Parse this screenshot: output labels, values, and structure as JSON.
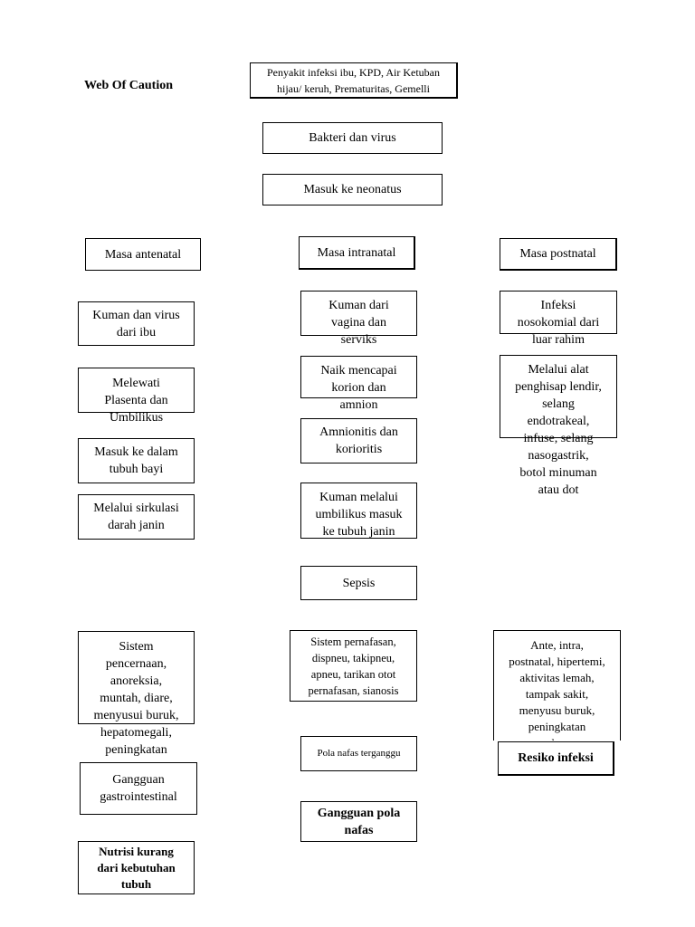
{
  "title": "Web Of Caution",
  "top": {
    "cause": "Penyakit infeksi ibu, KPD, Air Ketuban\nhijau/ keruh, Prematuritas, Gemelli",
    "bakteri": "Bakteri dan virus",
    "masuk": "Masuk ke neonatus"
  },
  "antenatal": {
    "header": "Masa antenatal",
    "step1": "Kuman dan virus\ndari ibu",
    "step2": "Melewati\nPlasenta dan\nUmbilikus",
    "step3": "Masuk ke dalam\ntubuh bayi",
    "step4": "Melalui sirkulasi\ndarah janin",
    "symptoms": "Sistem\npencernaan,\nanoreksia,\nmuntah, diare,\nmenyusui buruk,\nhepatomegali,\npeningkatan",
    "problem": "Gangguan\ngastrointestinal",
    "diagnosis": "Nutrisi kurang\ndari kebutuhan\ntubuh"
  },
  "intranatal": {
    "header": "Masa intranatal",
    "step1": "Kuman dari\nvagina dan\nserviks",
    "step2": "Naik mencapai\nkorion dan\namnion",
    "step3": "Amnionitis dan\nkorioritis",
    "step4": "Kuman melalui\numbilikus masuk\nke tubuh janin",
    "sepsis": "Sepsis",
    "symptoms": "Sistem pernafasan,\ndispneu, takipneu,\napneu, tarikan otot\npernafasan, sianosis",
    "problem": "Pola nafas terganggu",
    "diagnosis": "Gangguan pola\nnafas"
  },
  "postnatal": {
    "header": "Masa postnatal",
    "step1": "Infeksi\nnosokomial dari\nluar rahim",
    "step2": "Melalui alat\npenghisap lendir,\nselang\nendotrakeal,\ninfuse, selang\nnasogastrik,\nbotol minuman\natau dot",
    "symptoms": "Ante, intra,\npostnatal, hipertemi,\naktivitas lemah,\ntampak sakit,\nmenyusu buruk,\npeningkatan\nbs",
    "diagnosis": "Resiko infeksi"
  }
}
